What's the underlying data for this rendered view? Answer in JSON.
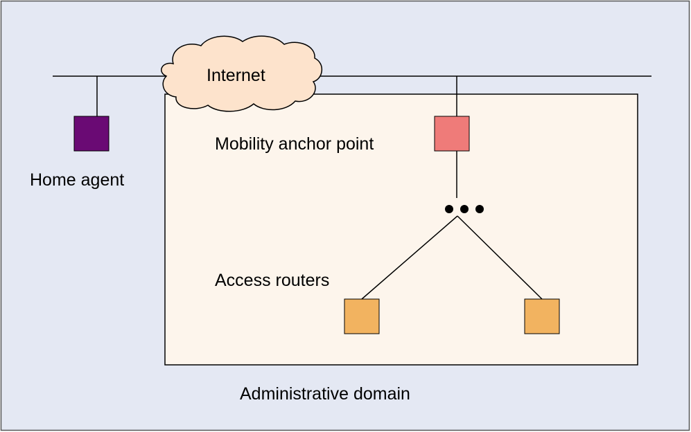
{
  "diagram": {
    "labels": {
      "internet": "Internet",
      "home_agent": "Home agent",
      "mobility_anchor_point": "Mobility anchor point",
      "access_routers": "Access routers",
      "administrative_domain": "Administrative domain"
    },
    "colors": {
      "outer_background": "#e4e8f3",
      "domain_background": "#fdf5ec",
      "cloud_fill": "#fde3cc",
      "home_agent_node": "#6a0a74",
      "mobility_anchor_node": "#ef7b79",
      "access_router_node": "#f2b360",
      "line": "#000000"
    }
  }
}
